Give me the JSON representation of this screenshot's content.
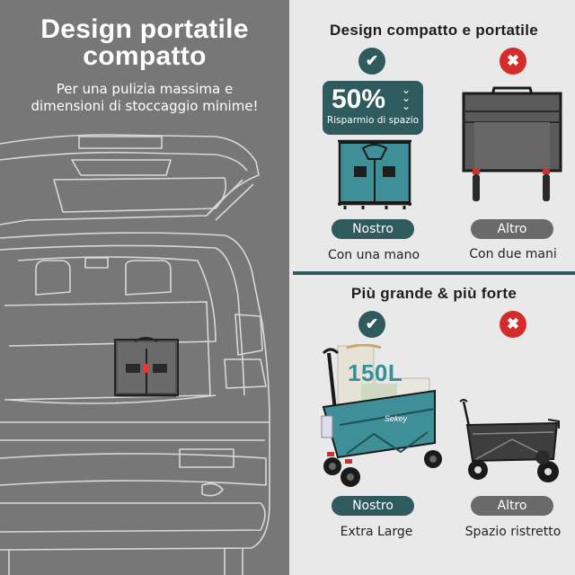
{
  "left_panel": {
    "title_line1": "Design portatile",
    "title_line2": "compatto",
    "subtitle_line1": "Per una pulizia massima e",
    "subtitle_line2": "dimensioni di stoccaggio minime!",
    "background_color": "#777777"
  },
  "section_compact": {
    "title": "Design compatto e portatile",
    "ours": {
      "status_icon": "check-icon",
      "status_glyph": "✔",
      "saving_percent": "50%",
      "saving_arrows": "⌄⌄⌄",
      "saving_label": "Risparmio di spazio",
      "pill": "Nostro",
      "caption": "Con una mano"
    },
    "other": {
      "status_icon": "x-icon",
      "status_glyph": "✖",
      "pill": "Altro",
      "caption": "Con due mani"
    }
  },
  "section_bigger": {
    "title": "Più grande & più forte",
    "ours": {
      "status_icon": "check-icon",
      "status_glyph": "✔",
      "volume": "150L",
      "brand": "Sekey",
      "pill": "Nostro",
      "caption": "Extra Large"
    },
    "other": {
      "status_icon": "x-icon",
      "status_glyph": "✖",
      "pill": "Altro",
      "caption": "Spazio ristretto"
    }
  },
  "colors": {
    "teal": "#2f5a5e",
    "red": "#d42b2b",
    "grey_pill": "#6a6a6a",
    "cart_teal": "#3f8f98"
  }
}
